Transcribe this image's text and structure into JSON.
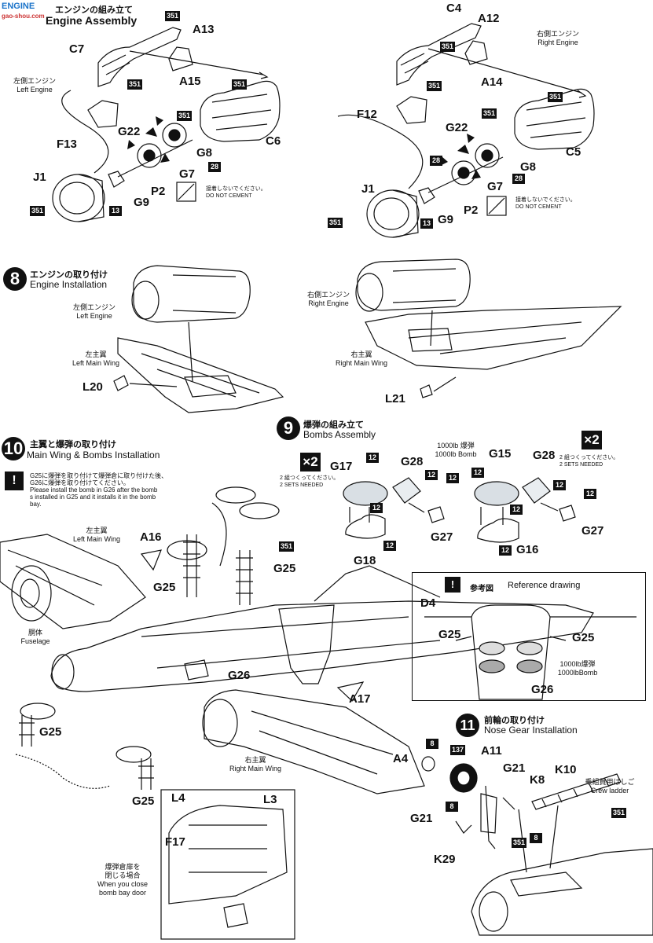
{
  "watermark": {
    "line1": "ENGINE",
    "line2": "gao-shou.com"
  },
  "step7": {
    "title_jp": "エンジンの組み立て",
    "title_en": "Engine Assembly"
  },
  "left_engine": {
    "label_jp": "左側エンジン",
    "label_en": "Left Engine",
    "parts": [
      "C7",
      "A13",
      "A15",
      "C6",
      "F13",
      "G22",
      "G8",
      "G7",
      "J1",
      "P2",
      "G9"
    ],
    "paint": [
      "351",
      "351",
      "351",
      "351",
      "351",
      "13",
      "28"
    ],
    "note_jp": "接着しないでください。",
    "note_en": "DO NOT CEMENT"
  },
  "right_engine": {
    "label_jp": "右側エンジン",
    "label_en": "Right Engine",
    "parts": [
      "C4",
      "A12",
      "A14",
      "F12",
      "G22",
      "C5",
      "G8",
      "G7",
      "J1",
      "G9",
      "P2"
    ],
    "paint": [
      "351",
      "351",
      "351",
      "351",
      "351",
      "28",
      "28",
      "13"
    ],
    "note_jp": "接着しないでください。",
    "note_en": "DO NOT CEMENT"
  },
  "step8": {
    "number": "8",
    "title_jp": "エンジンの取り付け",
    "title_en": "Engine Installation",
    "left_engine_jp": "左側エンジン",
    "left_engine_en": "Left Engine",
    "left_wing_jp": "左主翼",
    "left_wing_en": "Left Main Wing",
    "right_engine_jp": "右側エンジン",
    "right_engine_en": "Right Engine",
    "right_wing_jp": "右主翼",
    "right_wing_en": "Right Main Wing",
    "left_part": "L20",
    "right_part": "L21"
  },
  "step9": {
    "number": "9",
    "title_jp": "爆弾の組み立て",
    "title_en": "Bombs Assembly",
    "multiplier": "×2",
    "sets_jp": "2 組つくってください。",
    "sets_en": "2 SETS NEEDED",
    "bomb_jp": "1000lb 爆弾",
    "bomb_en": "1000lb Bomb",
    "left_parts": [
      "G17",
      "G28",
      "G27",
      "G18"
    ],
    "right_parts": [
      "G15",
      "G28",
      "G27",
      "G16"
    ],
    "paint": "12"
  },
  "step10": {
    "number": "10",
    "title_jp": "主翼と爆弾の取り付け",
    "title_en": "Main Wing & Bombs Installation",
    "note_jp_1": "G25に爆弾を取り付けて爆弾倉に取り付けた後、",
    "note_jp_2": "G26に爆弾を取り付けてください。",
    "note_en_1": "Please install the bomb in G26 after the bomb",
    "note_en_2": "s installed in G25 and it installs it in the bomb",
    "note_en_3": "bay.",
    "left_wing_jp": "左主翼",
    "left_wing_en": "Left Main Wing",
    "fuselage_jp": "胴体",
    "fuselage_en": "Fuselage",
    "right_wing_jp": "右主翼",
    "right_wing_en": "Right Main Wing",
    "parts": [
      "A16",
      "G25",
      "G25",
      "G26",
      "A17",
      "G25",
      "G25",
      "L4",
      "L3",
      "F17"
    ],
    "paint": "351",
    "door_jp_1": "爆弾倉扉を",
    "door_jp_2": "閉じる場合",
    "door_en_1": "When you close",
    "door_en_2": "bomb bay door"
  },
  "reference": {
    "title_jp": "参考図",
    "title_en": "Reference drawing",
    "parts": [
      "D4",
      "G25",
      "G25",
      "G26"
    ],
    "bomb_jp": "1000lb爆弾",
    "bomb_en": "1000lbBomb"
  },
  "step11": {
    "number": "11",
    "title_jp": "前輪の取り付け",
    "title_en": "Nose Gear Installation",
    "parts": [
      "A4",
      "A11",
      "G21",
      "K8",
      "K10",
      "G21",
      "K29"
    ],
    "paint": [
      "8",
      "137",
      "8",
      "351",
      "8",
      "351"
    ],
    "ladder_jp": "乗組員用はしご",
    "ladder_en": "Crew ladder"
  }
}
